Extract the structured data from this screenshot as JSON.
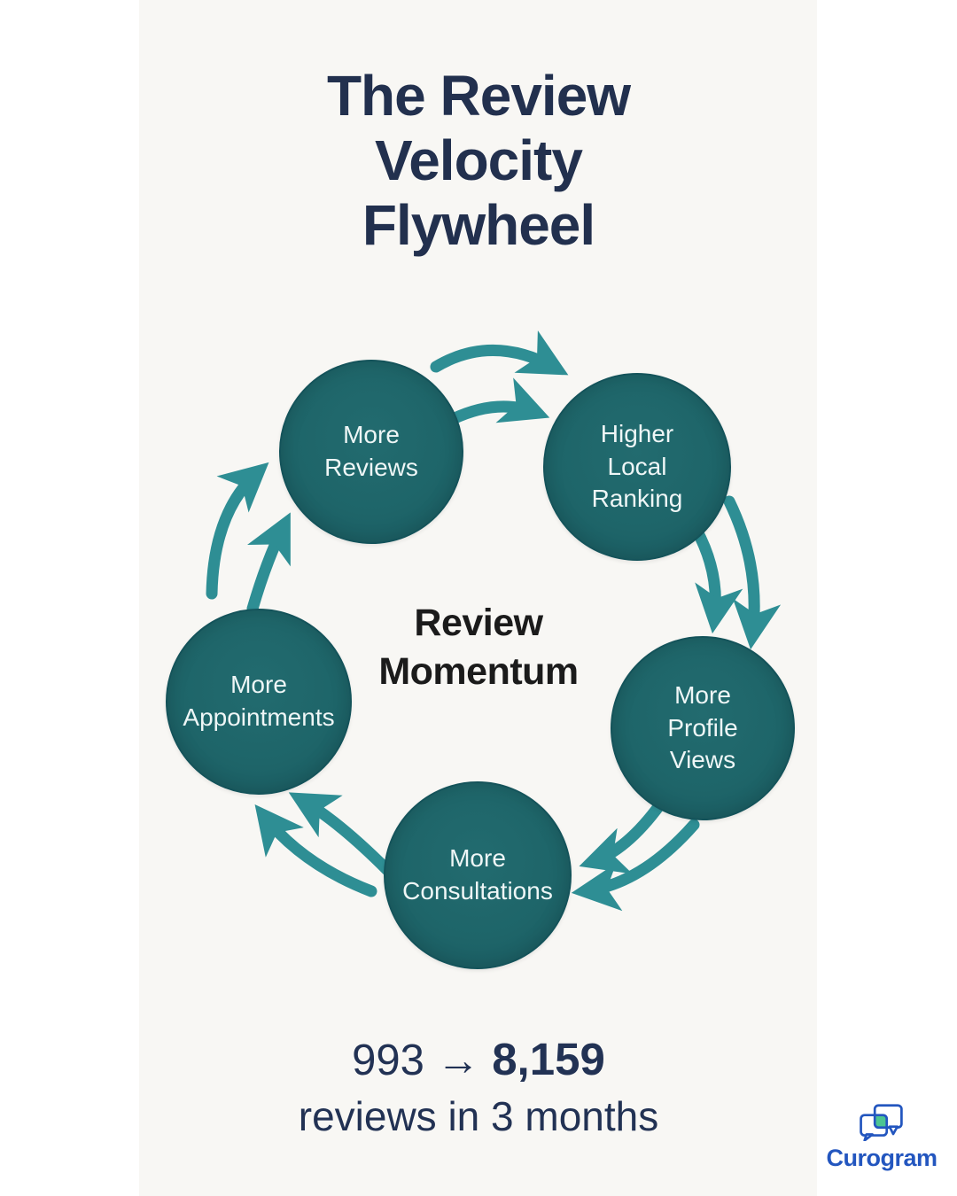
{
  "title": "The Review\nVelocity\nFlywheel",
  "center_label": "Review\nMomentum",
  "nodes": [
    {
      "id": "more-reviews",
      "label": "More\nReviews"
    },
    {
      "id": "higher-local-ranking",
      "label": "Higher\nLocal\nRanking"
    },
    {
      "id": "more-profile-views",
      "label": "More\nProfile\nViews"
    },
    {
      "id": "more-consultations",
      "label": "More\nConsultations"
    },
    {
      "id": "more-appointments",
      "label": "More\nAppointments"
    }
  ],
  "cycle_order": [
    "More Reviews",
    "Higher Local Ranking",
    "More Profile Views",
    "More Consultations",
    "More Appointments"
  ],
  "stats": {
    "from": "993",
    "arrow": "→",
    "to": "8,159",
    "caption": "reviews in 3 months"
  },
  "logo": {
    "text": "Curogram",
    "icon": "chat-bubbles-icon"
  },
  "colors": {
    "page-bg": "#ffffff",
    "panel-bg": "#f8f7f4",
    "title": "#22304e",
    "node-fill": "#1e6569",
    "node-edge": "#14535a",
    "arrow": "#2e8e94",
    "center-text": "#1b1b1b",
    "stats-text": "#223254",
    "logo-blue": "#2356bf",
    "logo-green": "#4cc592"
  }
}
